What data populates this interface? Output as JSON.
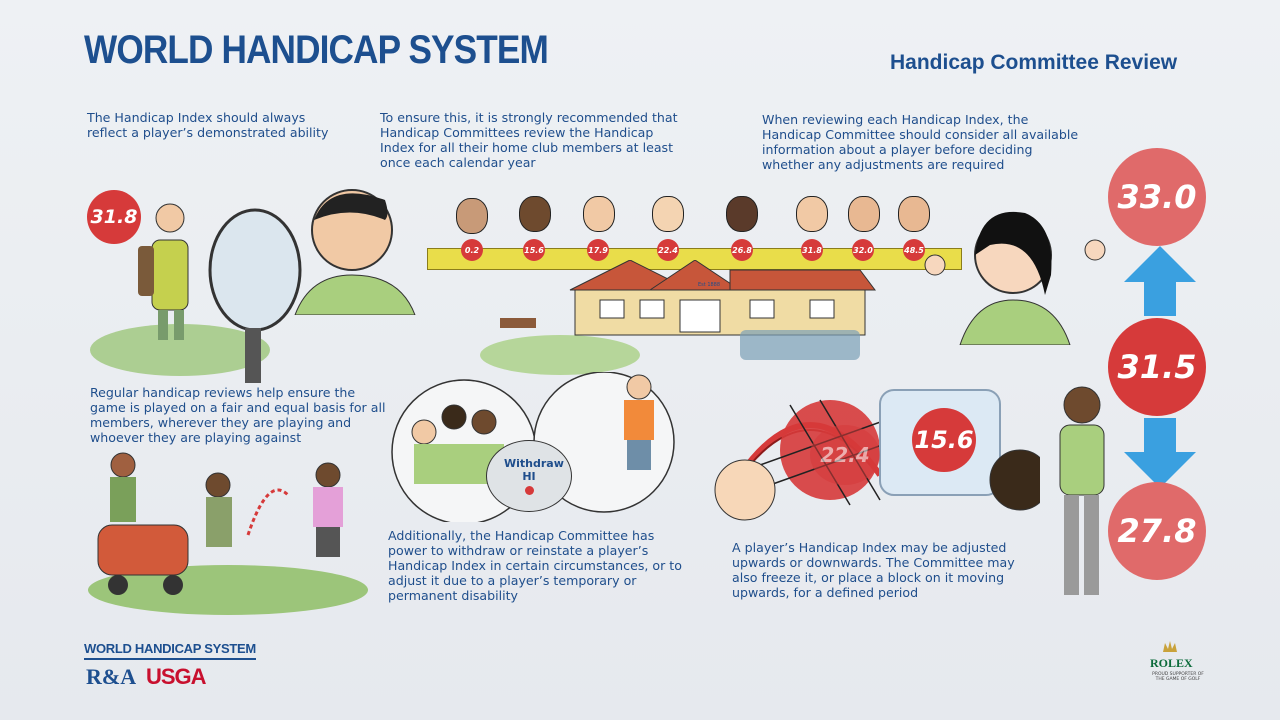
{
  "header": {
    "title": "WORLD HANDICAP SYSTEM",
    "subtitle": "Handicap Committee Review"
  },
  "texts": {
    "t1": "The Handicap Index should always reflect a player’s demonstrated ability",
    "t2": "To ensure this, it is strongly recommended that Handicap Committees review the Handicap Index for all their home club members at least once each calendar year",
    "t3": "When reviewing each Handicap Index, the Handicap Committee should consider all available information about a player before deciding whether any adjustments are required",
    "t4": "Regular handicap reviews help ensure the game is played on a fair and equal basis for all members, wherever they are playing and whoever they are playing against",
    "t5": "Additionally, the Handicap Committee has power to withdraw or reinstate a player’s Handicap Index in certain circumstances, or to adjust it due to a player’s temporary or permanent disability",
    "t6": "A player’s Handicap Index may be adjusted upwards or downwards. The Committee may also freeze it, or place a block on it moving upwards, for a defined period"
  },
  "values": {
    "mirror_index": "31.8",
    "ruler": [
      "0.2",
      "15.6",
      "17.9",
      "22.4",
      "26.8",
      "31.8",
      "32.0",
      "48.5"
    ],
    "up_value": "33.0",
    "current_value": "31.5",
    "down_value": "27.8",
    "frozen_value": "15.6",
    "blocked_value": "22.4",
    "withdraw_button": "Withdraw HI",
    "club_sign": "Est 1888"
  },
  "footer": {
    "wordmark": "WORLD HANDICAP SYSTEM",
    "ra": "R&A",
    "usga": "USGA",
    "rolex": "ROLEX",
    "rolex_tagline": "PROUD SUPPORTER OF THE GAME OF GOLF"
  },
  "colors": {
    "brand_blue": "#1d4f8f",
    "bubble_red": "#d63a3a",
    "arrow_blue": "#3aa0e0"
  }
}
